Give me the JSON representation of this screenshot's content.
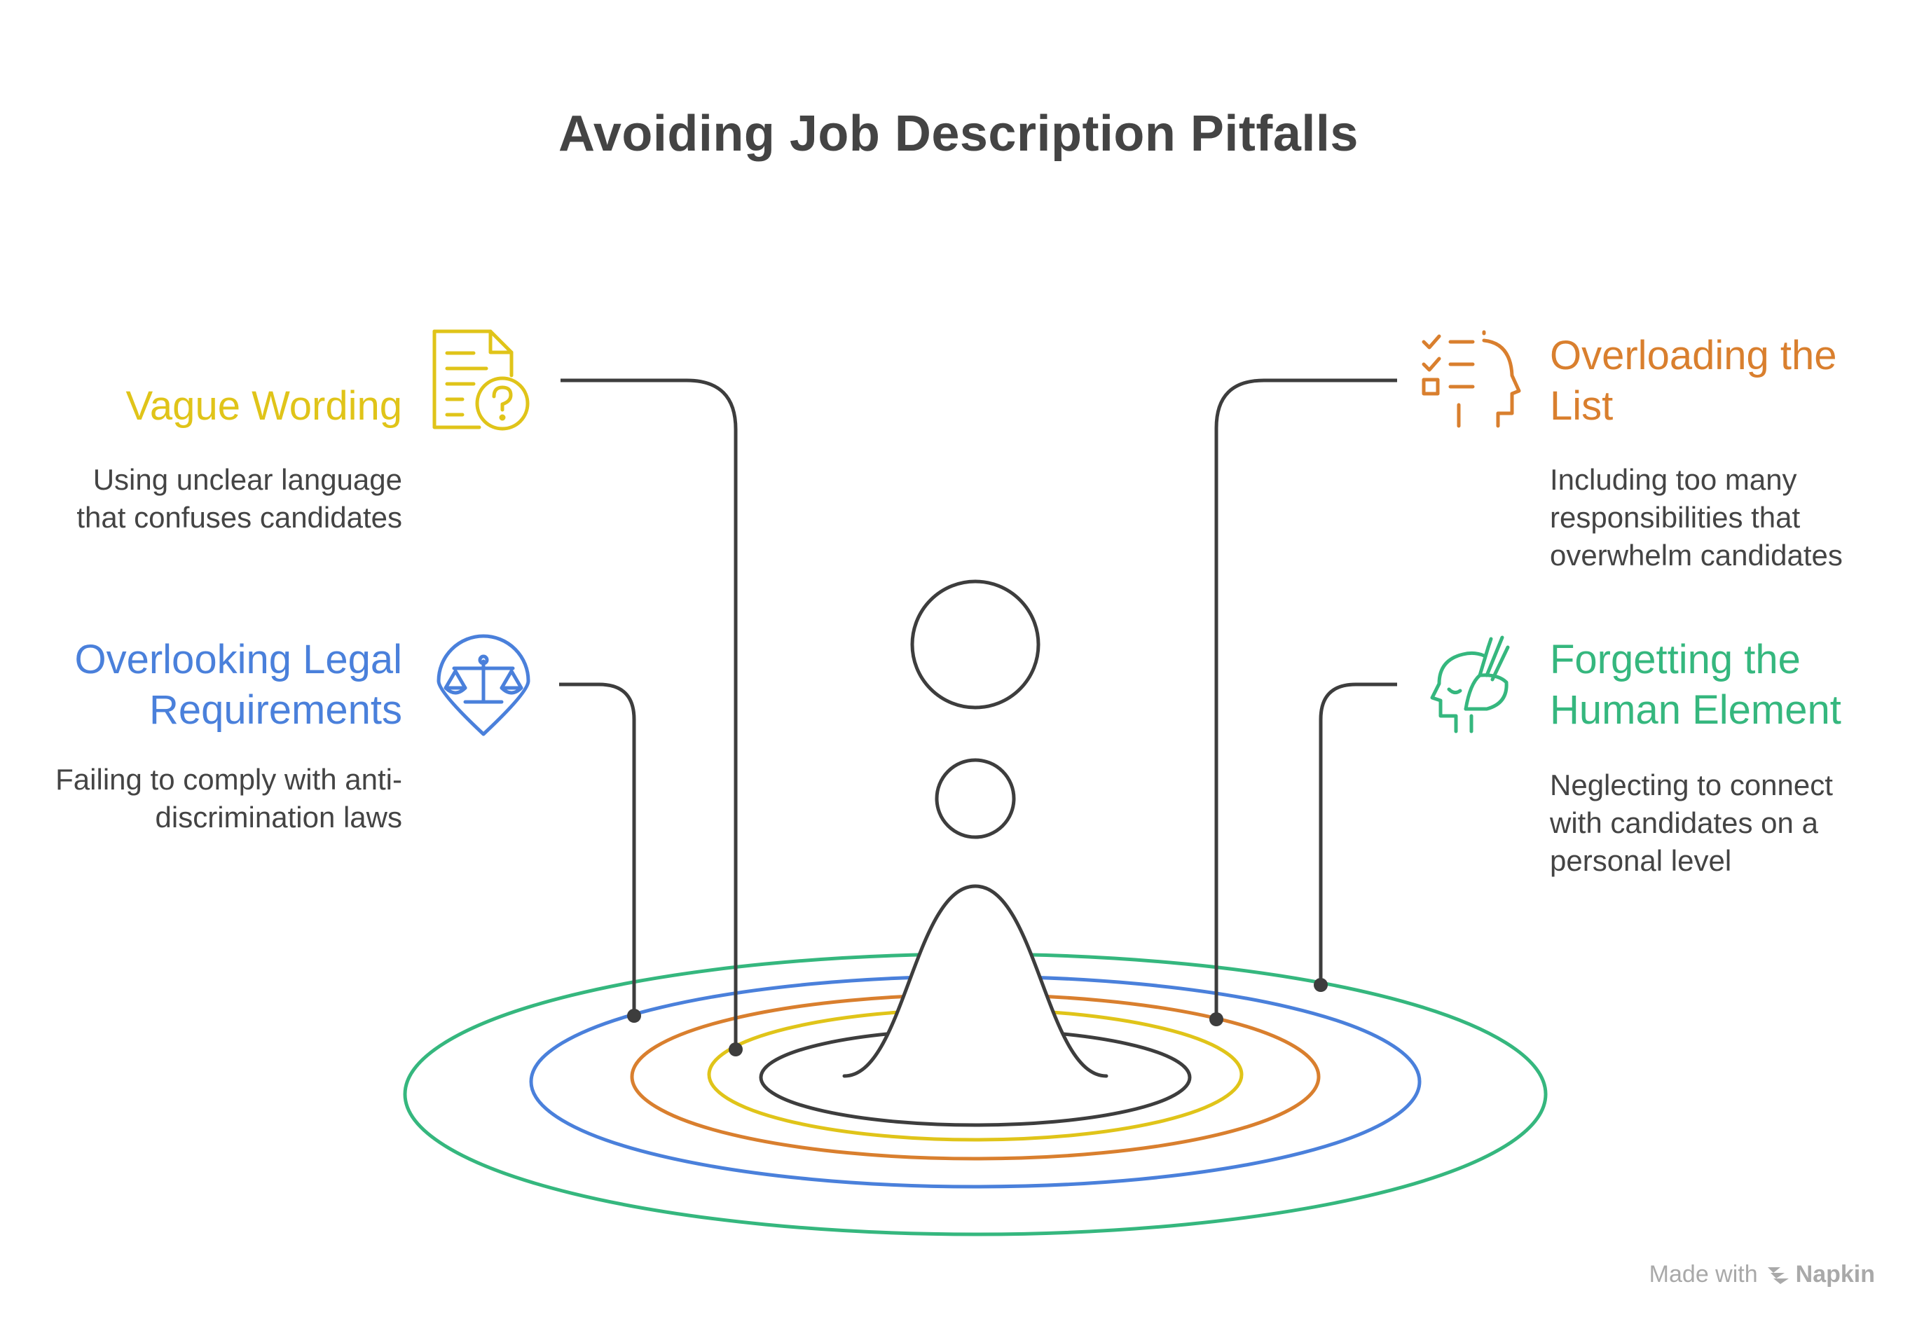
{
  "title": "Avoiding Job Description Pitfalls",
  "pitfalls": [
    {
      "heading": "Vague Wording",
      "description": "Using unclear language that confuses candidates",
      "color": "#E0C419",
      "icon": "document-question-icon"
    },
    {
      "heading": "Overlooking Legal Requirements",
      "description": "Failing to comply with anti-discrimination laws",
      "color": "#4A80DB",
      "icon": "scales-of-justice-icon"
    },
    {
      "heading": "Overloading the List",
      "description": "Including too many responsibilities that overwhelm candidates",
      "color": "#D97F2E",
      "icon": "head-checklist-icon"
    },
    {
      "heading": "Forgetting the Human Element",
      "description": "Neglecting to connect with candidates on a personal level",
      "color": "#35B77E",
      "icon": "hand-head-icon"
    }
  ],
  "center_color": "#3D3D3D",
  "footer": {
    "made_with": "Made with",
    "brand": "Napkin"
  }
}
